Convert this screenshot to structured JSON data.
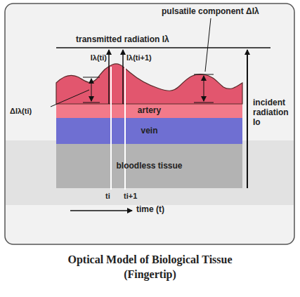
{
  "diagram": {
    "caption": "Optical Model of Biological Tissue (Fingertip)",
    "nodes": [
      {
        "text": [
          "artery"
        ]
      },
      {
        "text": [
          "vein"
        ]
      },
      {
        "text": [
          "bloodless tissue"
        ]
      }
    ],
    "labels": [
      "transmitted radiation Iλ",
      "Iλ(ti)",
      "Iλ(ti+1)",
      "pulsatile component ΔIλ",
      "incident radiation Io",
      "ΔIλ(ti)",
      "ti",
      "ti+1",
      "time (t)"
    ]
  }
}
